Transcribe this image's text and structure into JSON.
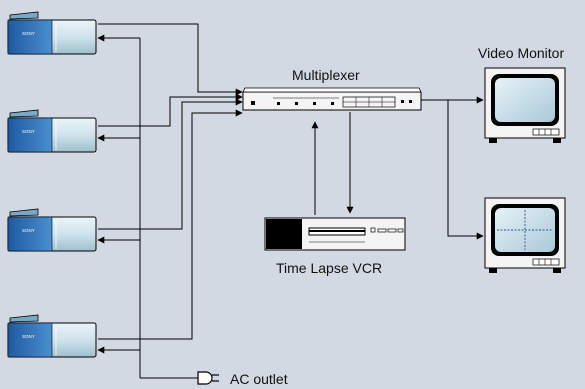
{
  "labels": {
    "multiplexer": "Multiplexer",
    "video_monitor": "Video Monitor",
    "vcr": "Time Lapse VCR",
    "ac_outlet": "AC outlet"
  },
  "camera_brand": "SONY",
  "cameras": [
    {
      "id": "camera-1"
    },
    {
      "id": "camera-2"
    },
    {
      "id": "camera-3"
    },
    {
      "id": "camera-4"
    }
  ],
  "monitors": [
    {
      "id": "monitor-single-view",
      "screen": "single"
    },
    {
      "id": "monitor-quad-view",
      "screen": "quad"
    }
  ],
  "colors": {
    "background": "#d3d9e2",
    "line": "#000000",
    "camera_body": "#cfe3ec",
    "camera_front": "#2f71b9",
    "monitor_screen": "#cfe4ef",
    "device_case": "#f2f2f2"
  }
}
